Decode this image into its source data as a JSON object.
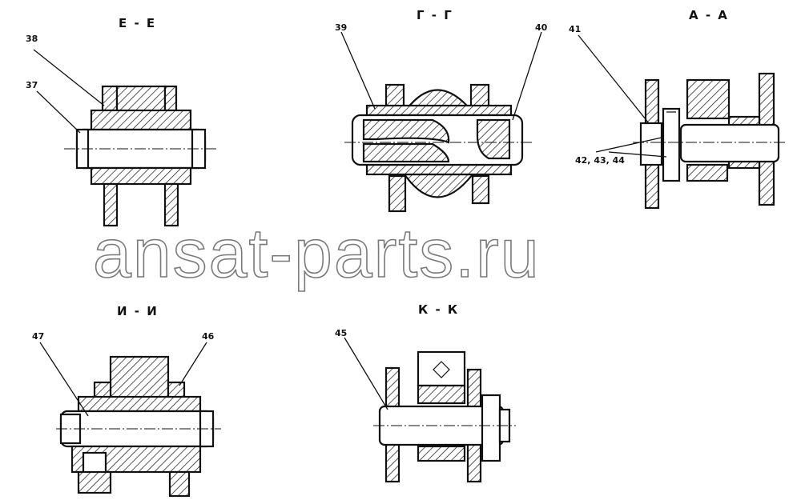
{
  "sections": {
    "ee": {
      "title": "Е - Е",
      "callouts": [
        "38",
        "37"
      ]
    },
    "gg": {
      "title": "Г - Г",
      "callouts": [
        "39",
        "40"
      ]
    },
    "aa": {
      "title": "А - А",
      "callouts": [
        "41",
        "42, 43, 44"
      ]
    },
    "ii": {
      "title": "И - И",
      "callouts": [
        "47",
        "46"
      ]
    },
    "kk": {
      "title": "К - К",
      "callouts": [
        "45"
      ]
    }
  },
  "watermark": "ansat-parts.ru"
}
